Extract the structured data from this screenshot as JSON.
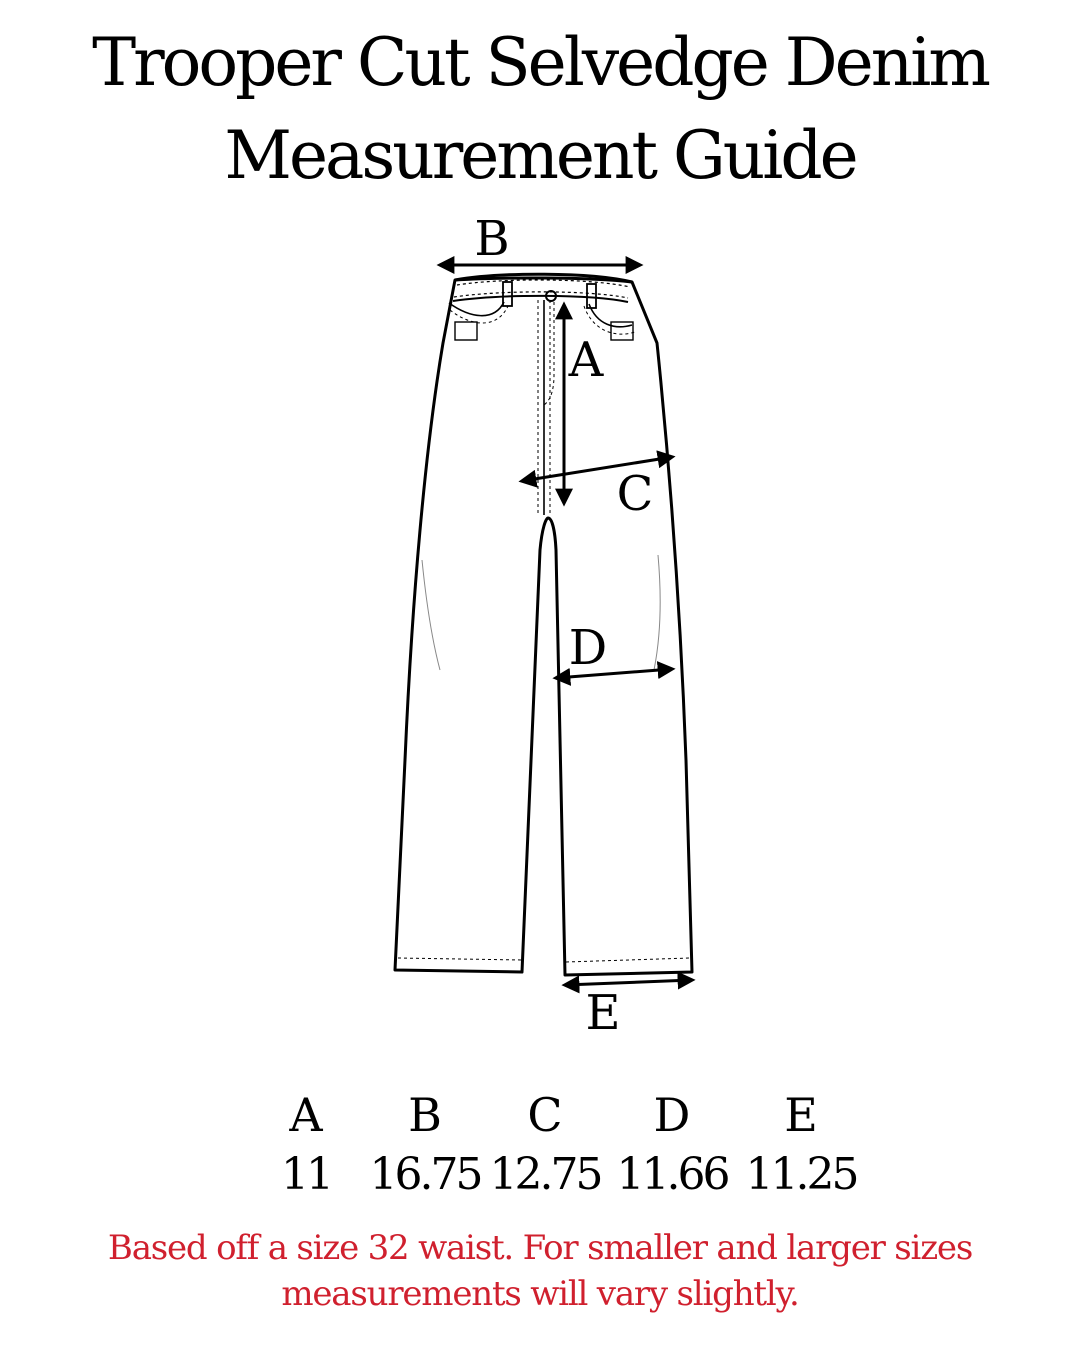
{
  "title": {
    "line1": "Trooper Cut Selvedge Denim",
    "line2": "Measurement Guide"
  },
  "diagram": {
    "labels": {
      "a": "A",
      "b": "B",
      "c": "C",
      "d": "D",
      "e": "E"
    }
  },
  "measurements": [
    {
      "letter": "A",
      "value": "11"
    },
    {
      "letter": "B",
      "value": "16.75"
    },
    {
      "letter": "C",
      "value": "12.75"
    },
    {
      "letter": "D",
      "value": "11.66"
    },
    {
      "letter": "E",
      "value": "11.25"
    }
  ],
  "note": {
    "line1": "Based off a size 32 waist. For smaller and larger sizes",
    "line2": "measurements will vary slightly."
  },
  "colors": {
    "note": "#d0202e",
    "ink": "#000000"
  }
}
